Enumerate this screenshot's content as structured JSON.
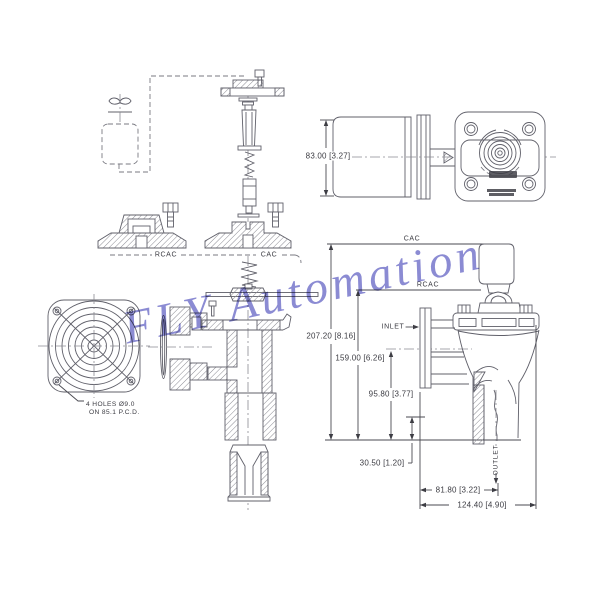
{
  "watermark": {
    "text": "FLY Automation",
    "color": "#6e6ec8"
  },
  "colors": {
    "background": "#ffffff",
    "line": "#60606a",
    "dim_text": "#3b3b42",
    "watermark_blue": "#6e6ec8"
  },
  "exploded_view": {
    "rcac_label": "RCAC",
    "cac_label": "CAC"
  },
  "coil_side_view": {
    "height_dim": "83.00 [3.27]"
  },
  "valve_elevation": {
    "cac_label": "CAC",
    "rcac_label": "RCAC",
    "inlet_label": "INLET",
    "outlet_label": "OUTLET",
    "dims": {
      "overall_height": "207.20 [8.16]",
      "rcac_height": "159.00 [6.26]",
      "inlet_centerline": "95.80 [3.77]",
      "outlet_clearance": "30.50 [1.20]",
      "outlet_offset": "81.80 [3.22]",
      "overall_width": "124.40 [4.90]"
    }
  },
  "flange_face_view": {
    "holes_note_line1": "4 HOLES Ø9.0",
    "holes_note_line2": "ON 85.1 P.C.D."
  }
}
